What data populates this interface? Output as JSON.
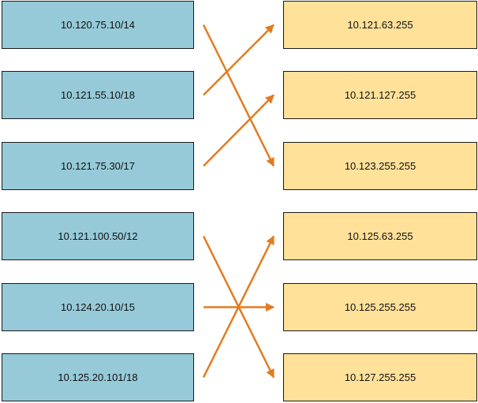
{
  "colors": {
    "address_fill": "#96cad8",
    "broadcast_fill": "#ffe199",
    "arrow": "#e37b1e",
    "border": "#1a1a1a"
  },
  "addresses": [
    "10.120.75.10/14",
    "10.121.55.10/18",
    "10.121.75.30/17",
    "10.121.100.50/12",
    "10.124.20.10/15",
    "10.125.20.101/18"
  ],
  "broadcasts": [
    "10.121.63.255",
    "10.121.127.255",
    "10.123.255.255",
    "10.125.63.255",
    "10.125.255.255",
    "10.127.255.255"
  ],
  "connections": [
    {
      "from": 0,
      "to": 2
    },
    {
      "from": 1,
      "to": 0
    },
    {
      "from": 2,
      "to": 1
    },
    {
      "from": 3,
      "to": 5
    },
    {
      "from": 4,
      "to": 4
    },
    {
      "from": 5,
      "to": 3
    }
  ]
}
